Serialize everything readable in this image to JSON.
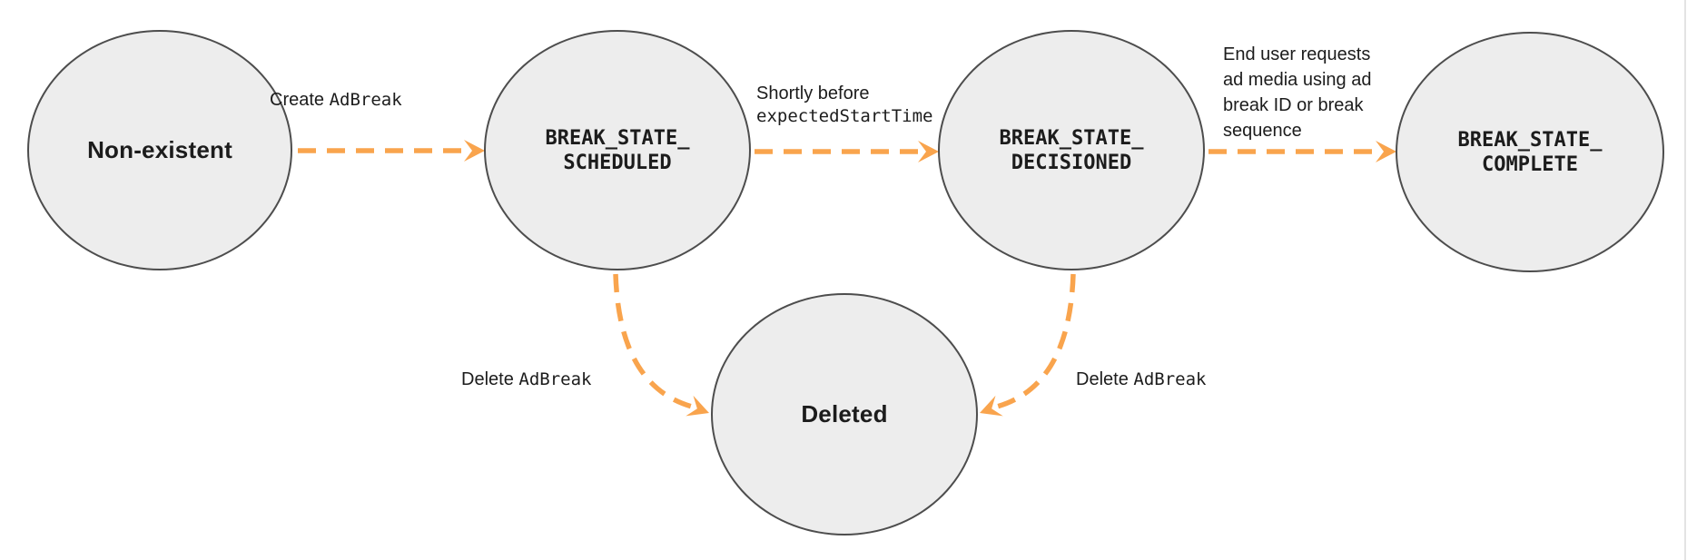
{
  "colors": {
    "arrow": "#F9A44D",
    "node_fill": "#EDEDED",
    "node_border": "#4D4D4D",
    "text": "#1C1C1C",
    "edge_line": "#E3E3E3"
  },
  "diagram": {
    "nodes": {
      "non_existent": {
        "label": "Non-existent"
      },
      "scheduled": {
        "line1": "BREAK_STATE_",
        "line2": "SCHEDULED"
      },
      "decisioned": {
        "line1": "BREAK_STATE_",
        "line2": "DECISIONED"
      },
      "complete": {
        "line1": "BREAK_STATE_",
        "line2": "COMPLETE"
      },
      "deleted": {
        "label": "Deleted"
      }
    },
    "edges": {
      "create": {
        "sans": "Create ",
        "code": "AdBreak"
      },
      "decision": {
        "sans": "Shortly before",
        "code": "expectedStartTime"
      },
      "complete": {
        "text": "End user requests ad media using ad break ID or break sequence"
      },
      "delete_from_scheduled": {
        "sans": "Delete ",
        "code": "AdBreak"
      },
      "delete_from_decisioned": {
        "sans": "Delete ",
        "code": "AdBreak"
      }
    }
  }
}
